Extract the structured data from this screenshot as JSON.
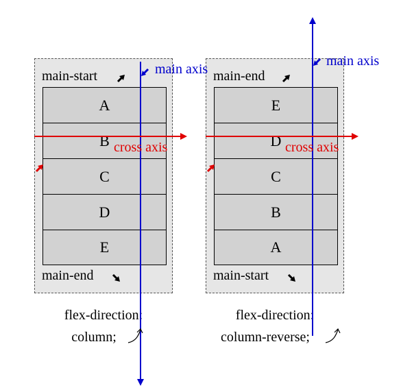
{
  "left": {
    "label_top": "main-start",
    "label_bottom": "main-end",
    "items": [
      "A",
      "B",
      "C",
      "D",
      "E"
    ],
    "caption_line1": "flex-direction:",
    "caption_line2": "column;",
    "main_axis_label": "main axis",
    "cross_axis_label": "cross axis"
  },
  "right": {
    "label_top": "main-end",
    "label_bottom": "main-start",
    "items": [
      "E",
      "D",
      "C",
      "B",
      "A"
    ],
    "caption_line1": "flex-direction:",
    "caption_line2": "column-reverse;",
    "main_axis_label": "main axis",
    "cross_axis_label": "cross axis"
  },
  "colors": {
    "main_axis": "#0000cc",
    "cross_axis": "#e00000",
    "container_bg": "#e6e6e6",
    "item_bg": "#d2d2d2"
  }
}
